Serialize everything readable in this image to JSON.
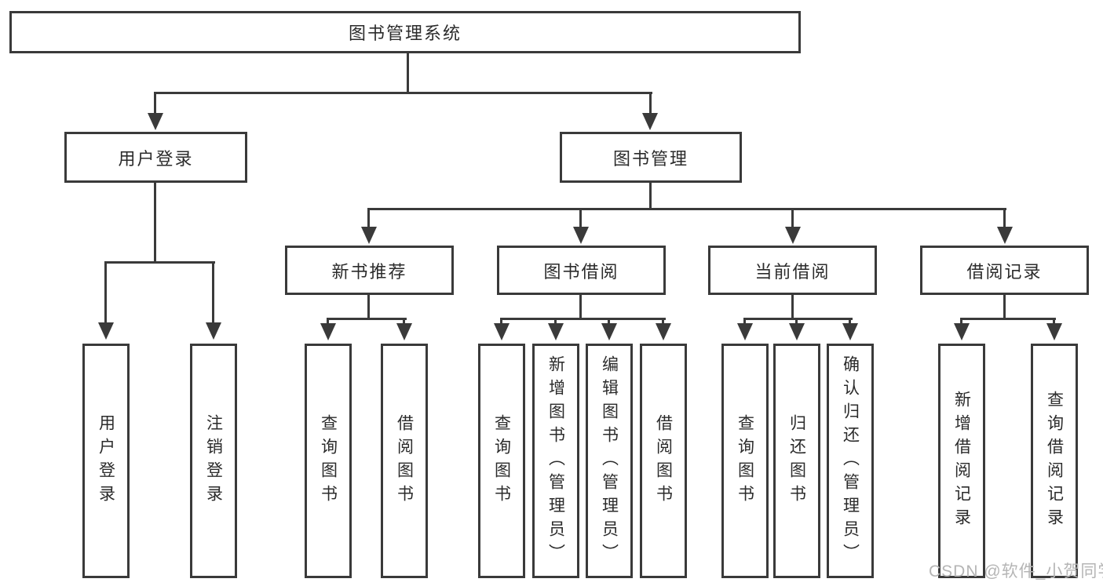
{
  "diagram": {
    "root": "图书管理系统",
    "children": [
      {
        "label": "用户登录",
        "children": [
          {
            "label": "用户登录"
          },
          {
            "label": "注销登录"
          }
        ]
      },
      {
        "label": "图书管理",
        "children": [
          {
            "label": "新书推荐",
            "children": [
              {
                "label": "查询图书"
              },
              {
                "label": "借阅图书"
              }
            ]
          },
          {
            "label": "图书借阅",
            "children": [
              {
                "label": "查询图书"
              },
              {
                "label": "新增图书（管理员）"
              },
              {
                "label": "编辑图书（管理员）"
              },
              {
                "label": "借阅图书"
              }
            ]
          },
          {
            "label": "当前借阅",
            "children": [
              {
                "label": "查询图书"
              },
              {
                "label": "归还图书"
              },
              {
                "label": "确认归还（管理员）"
              }
            ]
          },
          {
            "label": "借阅记录",
            "children": [
              {
                "label": "新增借阅记录"
              },
              {
                "label": "查询借阅记录"
              }
            ]
          }
        ]
      }
    ]
  },
  "watermark": {
    "text": "CSDN @软件_小贺同学"
  },
  "colors": {
    "line": "#3a3a3a",
    "text": "#2b2b2b",
    "box_background": "#ffffff",
    "watermark": "#b5b5b5"
  }
}
